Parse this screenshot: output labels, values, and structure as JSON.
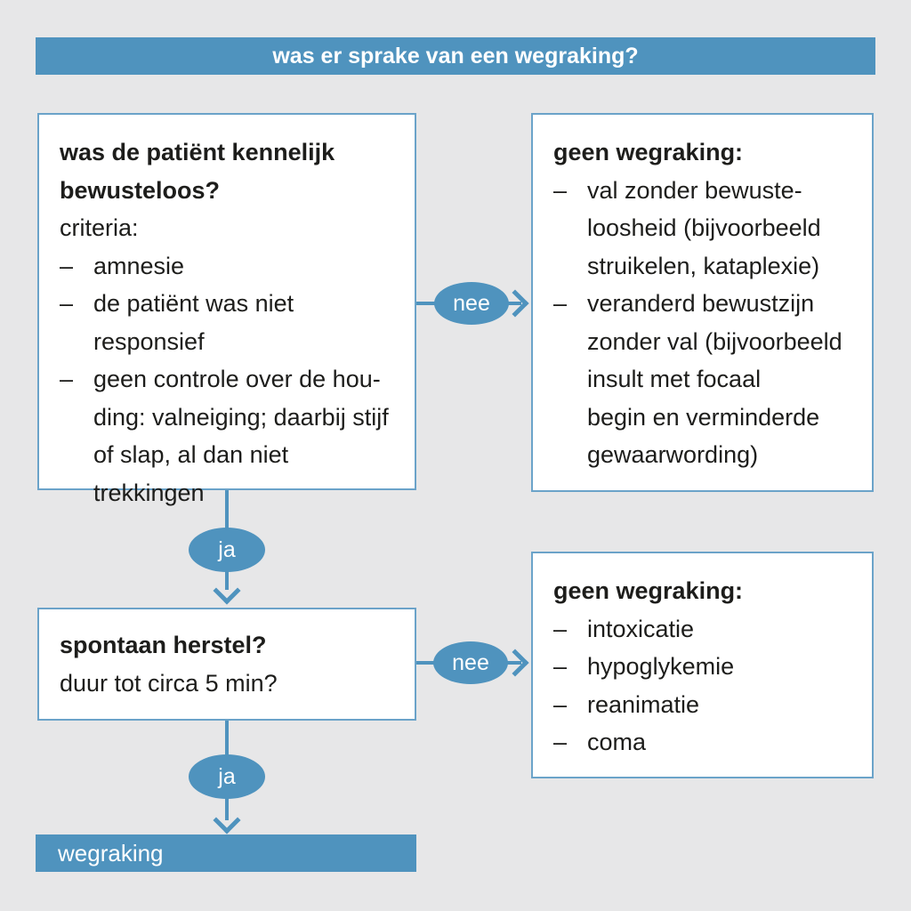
{
  "banner_top": "was er sprake van een wegraking?",
  "banner_bottom": "wegraking",
  "glyphs": {
    "dash": "–"
  },
  "labels": {
    "yes": "ja",
    "no": "nee"
  },
  "box_bewusteloos": {
    "title": [
      "was de patiënt kennelijk",
      "bewusteloos?"
    ],
    "intro": "criteria:",
    "bullets": [
      [
        "amnesie"
      ],
      [
        "de patiënt was niet",
        "responsief"
      ],
      [
        "geen controle over de hou-",
        "ding: valneiging; daarbij stijf",
        "of slap, al dan niet trekkingen"
      ]
    ]
  },
  "box_geen_wegraking_1": {
    "title": "geen wegraking:",
    "bullets": [
      [
        "val zonder bewuste-",
        "loosheid (bijvoorbeeld",
        "struikelen, kataplexie)"
      ],
      [
        "veranderd bewustzijn",
        "zonder val (bijvoorbeeld",
        "insult met focaal",
        "begin en verminderde",
        "gewaarwording)"
      ]
    ]
  },
  "box_spontaan_herstel": {
    "title": "spontaan herstel?",
    "subtitle": "duur tot circa 5 min?"
  },
  "box_geen_wegraking_2": {
    "title": "geen wegraking:",
    "bullets": [
      [
        "intoxicatie"
      ],
      [
        "hypoglykemie"
      ],
      [
        "reanimatie"
      ],
      [
        "coma"
      ]
    ]
  },
  "colors": {
    "blue": "#4f93be",
    "box_border": "#6ba3c9",
    "background": "#e7e7e8",
    "text": "#1d1d1b",
    "box_fill": "#ffffff"
  }
}
